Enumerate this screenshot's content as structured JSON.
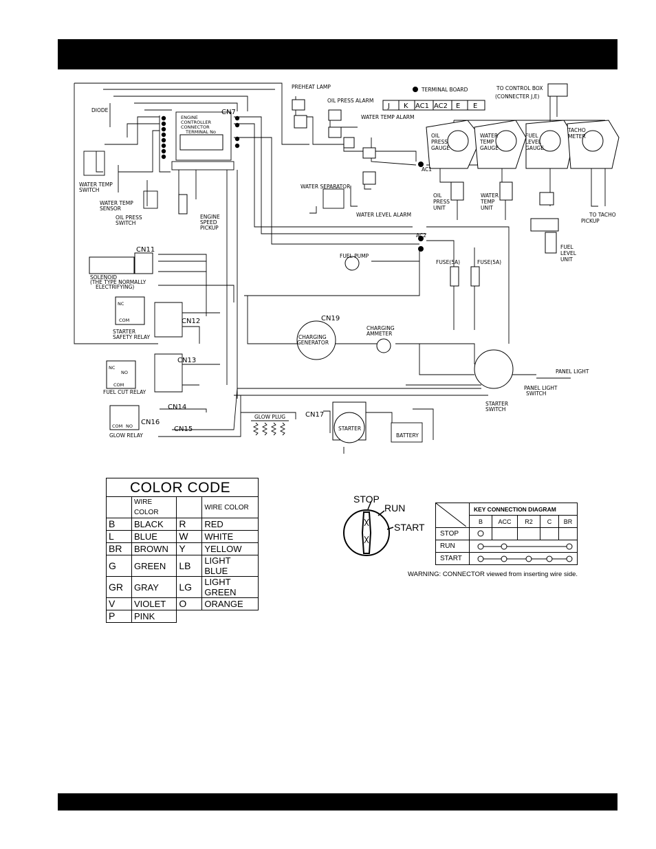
{
  "schematic_labels": {
    "diode": "DIODE",
    "cn7": "CN7",
    "ecu": [
      "ENGINE",
      "CONTROLLER",
      "CONNECTOR",
      "TERMINAL No"
    ],
    "preheat_lamp": "PREHEAT LAMP",
    "oil_press_alarm": "OIL PRESS ALARM",
    "terminal_board": "TERMINAL BOARD",
    "terminal_cells": [
      "J",
      "K",
      "AC1",
      "AC2",
      "E",
      "E"
    ],
    "to_control_box": "TO CONTROL BOX",
    "connecter_je": "(CONNECTER J,E)",
    "water_temp_alarm": "WATER TEMP ALARM",
    "gauges": [
      [
        "OIL",
        "PRESS",
        "GAUGE"
      ],
      [
        "WATER",
        "TEMP",
        "GAUGE"
      ],
      [
        "FUEL",
        "LEVEL",
        "GAUGE"
      ],
      [
        "TACHO",
        "METER"
      ]
    ],
    "ac1": "AC1",
    "ac2": "AC2",
    "water_temp_switch": [
      "WATER TEMP",
      "SWITCH"
    ],
    "water_temp_sensor": [
      "WATER TEMP",
      "SENSOR"
    ],
    "oil_press_switch": [
      "OIL PRESS",
      "SWITCH"
    ],
    "engine_speed_pickup": [
      "ENGINE",
      "SPEED",
      "PICKUP"
    ],
    "water_separator": "WATER SEPARATOR",
    "water_level_alarm": "WATER LEVEL ALARM",
    "oil_press_unit": [
      "OIL",
      "PRESS",
      "UNIT"
    ],
    "water_temp_unit": [
      "WATER",
      "TEMP",
      "UNIT"
    ],
    "to_tacho_pickup": [
      "TO TACHO",
      "PICKUP"
    ],
    "fuel_level_unit": [
      "FUEL",
      "LEVEL",
      "UNIT"
    ],
    "cn11": "CN11",
    "solenoid": [
      "SOLENOID",
      "(THE TYPE NORMALLY",
      "ELECTRIFYING)"
    ],
    "fuel_pump": "FUEL PUMP",
    "fuse1": "FUSE(5A)",
    "fuse2": "FUSE(5A)",
    "starter_safety_relay": [
      "STARTER",
      "SAFETY RELAY"
    ],
    "cn12": "CN12",
    "cn19": "CN19",
    "charging_generator": [
      "CHARGING",
      "GENERATOR"
    ],
    "charging_ammeter": [
      "CHARGING",
      "AMMETER"
    ],
    "cn13": "CN13",
    "fuel_cut_relay": "FUEL CUT RELAY",
    "panel_light": "PANEL LIGHT",
    "panel_light_switch": [
      "PANEL LIGHT",
      "SWITCH"
    ],
    "starter_switch": [
      "STARTER",
      "SWITCH"
    ],
    "cn14": "CN14",
    "glow_relay": "GLOW RELAY",
    "cn16": "CN16",
    "cn15": "CN15",
    "glow_plug": "GLOW PLUG",
    "cn17": "CN17",
    "starter": "STARTER",
    "battery": "BATTERY",
    "relay_nc": "NC",
    "relay_no": "NO",
    "relay_com": "COM"
  },
  "color_code": {
    "title": "COLOR CODE",
    "header": "WIRE COLOR",
    "left": [
      {
        "code": "B",
        "color": "BLACK"
      },
      {
        "code": "L",
        "color": "BLUE"
      },
      {
        "code": "BR",
        "color": "BROWN"
      },
      {
        "code": "G",
        "color": "GREEN"
      },
      {
        "code": "GR",
        "color": "GRAY"
      },
      {
        "code": "V",
        "color": "VIOLET"
      },
      {
        "code": "P",
        "color": "PINK"
      }
    ],
    "right": [
      {
        "code": "R",
        "color": "RED"
      },
      {
        "code": "W",
        "color": "WHITE"
      },
      {
        "code": "Y",
        "color": "YELLOW"
      },
      {
        "code": "LB",
        "color": "LIGHT BLUE"
      },
      {
        "code": "LG",
        "color": "LIGHT GREEN"
      },
      {
        "code": "O",
        "color": "ORANGE"
      }
    ]
  },
  "key_switch": {
    "positions": [
      "STOP",
      "RUN",
      "START"
    ]
  },
  "key_diagram": {
    "title": "KEY CONNECTION DIAGRAM",
    "columns": [
      "B",
      "ACC",
      "R2",
      "C",
      "BR"
    ],
    "rows": [
      {
        "label": "STOP",
        "connected": [
          "B"
        ]
      },
      {
        "label": "RUN",
        "connected": [
          "B",
          "ACC",
          "BR"
        ]
      },
      {
        "label": "START",
        "connected": [
          "B",
          "ACC",
          "R2",
          "C",
          "BR"
        ]
      }
    ]
  },
  "warning": "WARNING: CONNECTOR viewed from inserting wire side."
}
